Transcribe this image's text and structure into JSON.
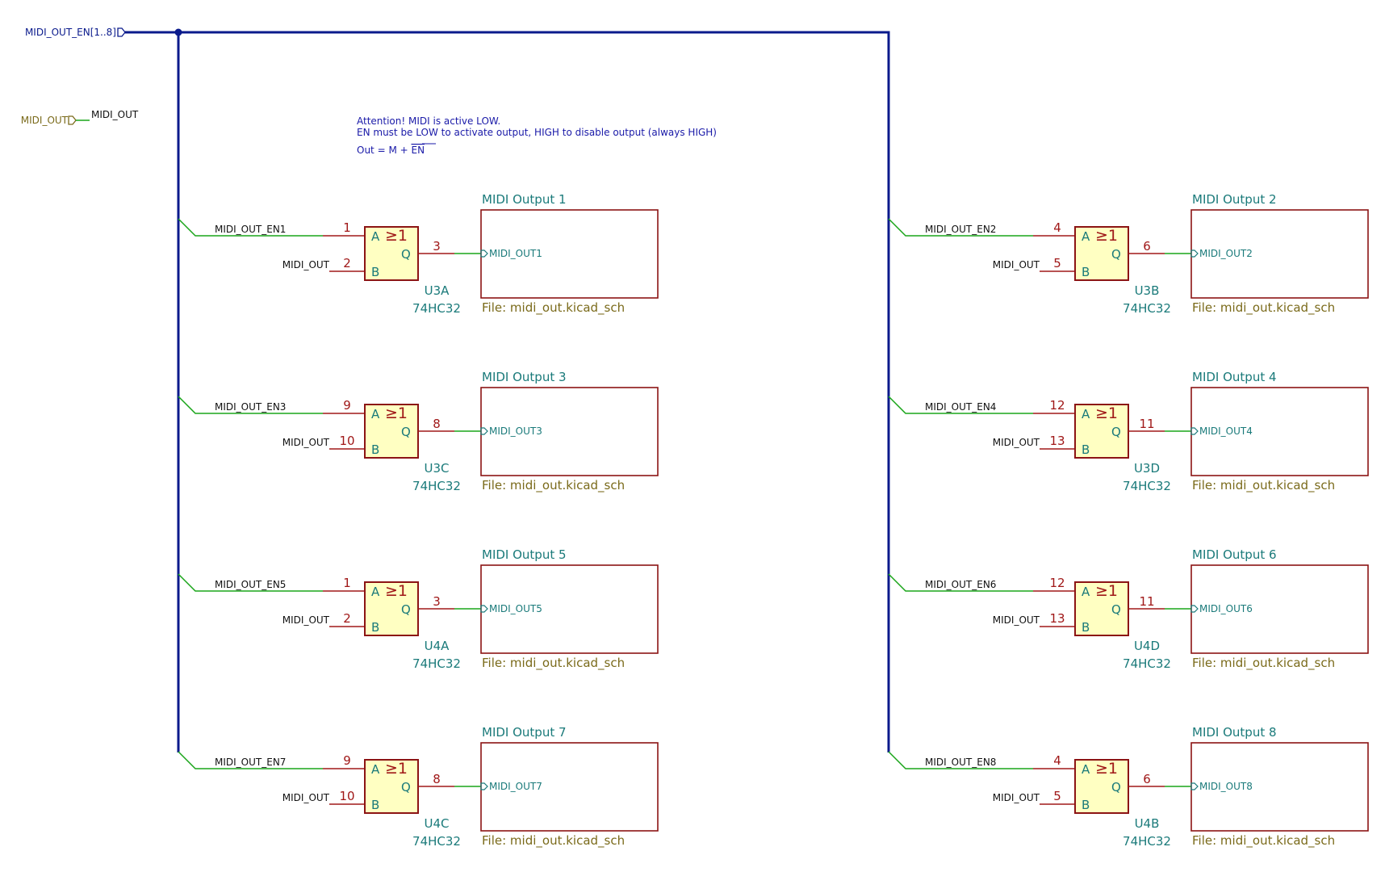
{
  "colors": {
    "bus": "#0a1a8c",
    "wire": "#1aa51a",
    "pin": "#a01818",
    "symbol_border": "#8c1414",
    "symbol_fill": "#ffffc2",
    "ref": "#1a7a7a",
    "net_label": "#111111",
    "hier_label": "#7a6a1a",
    "note": "#1a1aa8",
    "sheet_border": "#8c1414",
    "sheet_name": "#1a7a7a",
    "sheet_file": "#7a6a1a"
  },
  "global": {
    "bus_label": "MIDI_OUT_EN[1..8]",
    "midi_out_hier_label": "MIDI_OUT",
    "midi_out_net_label": "MIDI_OUT"
  },
  "notes": {
    "line1": "Attention! MIDI is active LOW.",
    "line2": "EN must be LOW to activate output, HIGH to disable output (always HIGH)",
    "formula_prefix": "Out = M + ",
    "formula_overline": "EN"
  },
  "gates": [
    {
      "en_label": "MIDI_OUT_EN1",
      "b_label": "MIDI_OUT",
      "pin_a": "1",
      "pin_b": "2",
      "pin_q": "3",
      "ref": "U3A",
      "value": "74HC32",
      "label_a": "A",
      "label_b": "B",
      "label_q": "Q",
      "symbol": "≥1",
      "sheet_name": "MIDI Output 1",
      "sheet_pin": "MIDI_OUT1",
      "sheet_file": "File: midi_out.kicad_sch"
    },
    {
      "en_label": "MIDI_OUT_EN2",
      "b_label": "MIDI_OUT",
      "pin_a": "4",
      "pin_b": "5",
      "pin_q": "6",
      "ref": "U3B",
      "value": "74HC32",
      "label_a": "A",
      "label_b": "B",
      "label_q": "Q",
      "symbol": "≥1",
      "sheet_name": "MIDI Output 2",
      "sheet_pin": "MIDI_OUT2",
      "sheet_file": "File: midi_out.kicad_sch"
    },
    {
      "en_label": "MIDI_OUT_EN3",
      "b_label": "MIDI_OUT",
      "pin_a": "9",
      "pin_b": "10",
      "pin_q": "8",
      "ref": "U3C",
      "value": "74HC32",
      "label_a": "A",
      "label_b": "B",
      "label_q": "Q",
      "symbol": "≥1",
      "sheet_name": "MIDI Output 3",
      "sheet_pin": "MIDI_OUT3",
      "sheet_file": "File: midi_out.kicad_sch"
    },
    {
      "en_label": "MIDI_OUT_EN4",
      "b_label": "MIDI_OUT",
      "pin_a": "12",
      "pin_b": "13",
      "pin_q": "11",
      "ref": "U3D",
      "value": "74HC32",
      "label_a": "A",
      "label_b": "B",
      "label_q": "Q",
      "symbol": "≥1",
      "sheet_name": "MIDI Output 4",
      "sheet_pin": "MIDI_OUT4",
      "sheet_file": "File: midi_out.kicad_sch"
    },
    {
      "en_label": "MIDI_OUT_EN5",
      "b_label": "MIDI_OUT",
      "pin_a": "1",
      "pin_b": "2",
      "pin_q": "3",
      "ref": "U4A",
      "value": "74HC32",
      "label_a": "A",
      "label_b": "B",
      "label_q": "Q",
      "symbol": "≥1",
      "sheet_name": "MIDI Output 5",
      "sheet_pin": "MIDI_OUT5",
      "sheet_file": "File: midi_out.kicad_sch"
    },
    {
      "en_label": "MIDI_OUT_EN6",
      "b_label": "MIDI_OUT",
      "pin_a": "12",
      "pin_b": "13",
      "pin_q": "11",
      "ref": "U4D",
      "value": "74HC32",
      "label_a": "A",
      "label_b": "B",
      "label_q": "Q",
      "symbol": "≥1",
      "sheet_name": "MIDI Output 6",
      "sheet_pin": "MIDI_OUT6",
      "sheet_file": "File: midi_out.kicad_sch"
    },
    {
      "en_label": "MIDI_OUT_EN7",
      "b_label": "MIDI_OUT",
      "pin_a": "9",
      "pin_b": "10",
      "pin_q": "8",
      "ref": "U4C",
      "value": "74HC32",
      "label_a": "A",
      "label_b": "B",
      "label_q": "Q",
      "symbol": "≥1",
      "sheet_name": "MIDI Output 7",
      "sheet_pin": "MIDI_OUT7",
      "sheet_file": "File: midi_out.kicad_sch"
    },
    {
      "en_label": "MIDI_OUT_EN8",
      "b_label": "MIDI_OUT",
      "pin_a": "4",
      "pin_b": "5",
      "pin_q": "6",
      "ref": "U4B",
      "value": "74HC32",
      "label_a": "A",
      "label_b": "B",
      "label_q": "Q",
      "symbol": "≥1",
      "sheet_name": "MIDI Output 8",
      "sheet_pin": "MIDI_OUT8",
      "sheet_file": "File: midi_out.kicad_sch"
    }
  ]
}
